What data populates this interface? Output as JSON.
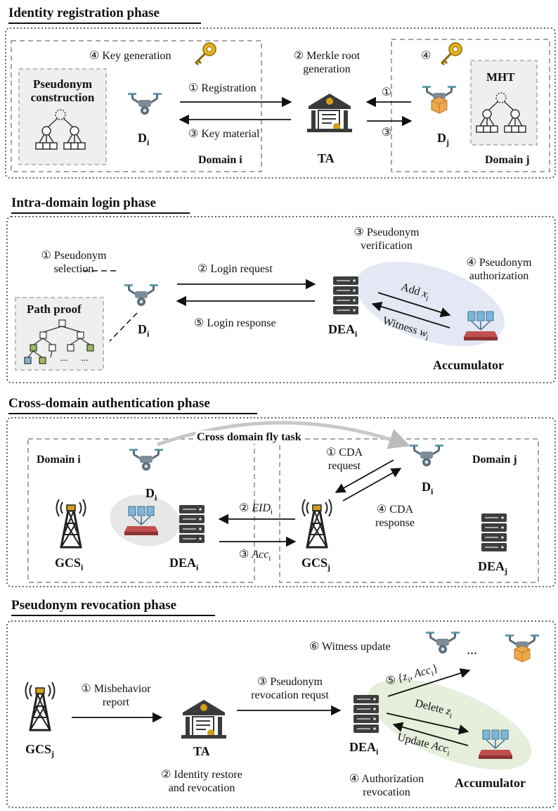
{
  "phase1": {
    "title": "Identity registration phase",
    "key_generation": "④ Key generation",
    "merkle_line1": "② Merkle root",
    "merkle_line2": "generation",
    "step4": "④",
    "pseudonym_construction_line1": "Pseudonym",
    "pseudonym_construction_line2": "construction",
    "registration": "① Registration",
    "key_material": "③ Key material",
    "step1": "①",
    "step3": "③",
    "di": "D",
    "di_sub": "i",
    "dj": "D",
    "dj_sub": "j",
    "ta": "TA",
    "domain_i": "Domain i",
    "domain_j": "Domain j",
    "mht": "MHT"
  },
  "phase2": {
    "title": "Intra-domain login phase",
    "pseudonym_selection_line1": "① Pseudonym",
    "pseudonym_selection_line2": "selection",
    "login_request": "② Login request",
    "login_response": "⑤ Login response",
    "pseudonym_verification_line1": "③ Pseudonym",
    "pseudonym_verification_line2": "verification",
    "pseudonym_authorization_line1": "④ Pseudonym",
    "pseudonym_authorization_line2": "authorization",
    "add_label": "Add ",
    "add_var": "x",
    "add_sub": "i",
    "witness_label": "Witness ",
    "witness_var": "w",
    "witness_sub": "i",
    "path_proof": "Path proof",
    "di": "D",
    "di_sub": "i",
    "dea": "DEA",
    "dea_sub": "i",
    "accumulator": "Accumulator",
    "ellipsis1": "...",
    "ellipsis2": "..."
  },
  "phase3": {
    "title": "Cross-domain authentication phase",
    "fly_task": "Cross domain fly task",
    "domain_i": "Domain i",
    "domain_j": "Domain j",
    "cda_request_line1": "① CDA",
    "cda_request_line2": "request",
    "cda_response_line1": "④ CDA",
    "cda_response_line2": "response",
    "eid_step": "② ",
    "eid_var": "EID",
    "eid_sub": "i",
    "acc_step": "③ ",
    "acc_var": "Acc",
    "acc_sub": "i",
    "di_left": "D",
    "di_left_sub": "i",
    "di_right": "D",
    "di_right_sub": "i",
    "gcs_i": "GCS",
    "gcs_i_sub": "i",
    "dea_i": "DEA",
    "dea_i_sub": "i",
    "gcs_j": "GCS",
    "gcs_j_sub": "j",
    "dea_j": "DEA",
    "dea_j_sub": "j"
  },
  "phase4": {
    "title": "Pseudonym revocation phase",
    "witness_update": "⑥ Witness update",
    "ellipsis": "...",
    "misbehavior_line1": "① Misbehavior",
    "misbehavior_line2": "report",
    "revocation_request_line1": "③ Pseudonym",
    "revocation_request_line2": "revocation requst",
    "identity_restore_line1": "② Identity restore",
    "identity_restore_line2": "and revocation",
    "authorization_revocation_line1": "④ Authorization",
    "authorization_revocation_line2": "revocation",
    "step5": "⑤ ",
    "z_acc": "{z",
    "z_acc_sub": "i",
    "z_acc_mid": ", Acc",
    "z_acc_sub2": "i",
    "z_acc_end": "}",
    "delete_label": "Delete ",
    "delete_var": "z",
    "delete_sub": "i",
    "update_label": "Update ",
    "update_var": "Acc",
    "update_sub": "i",
    "gcs_j": "GCS",
    "gcs_j_sub": "j",
    "ta": "TA",
    "dea": "DEA",
    "dea_sub": "i",
    "accumulator": "Accumulator"
  },
  "colors": {
    "drone_body": "#5b6b78",
    "drone_teal": "#5fa3ad",
    "bank": "#3a3a3a",
    "key_gold": "#e6b422",
    "accent_red": "#c0504d",
    "ellipse_blue": "#e3e8f4",
    "ellipse_green": "#e6eedc",
    "server": "#3d3d3d",
    "file_blue": "#7eb6d9",
    "box_green": "#9bbb59"
  }
}
